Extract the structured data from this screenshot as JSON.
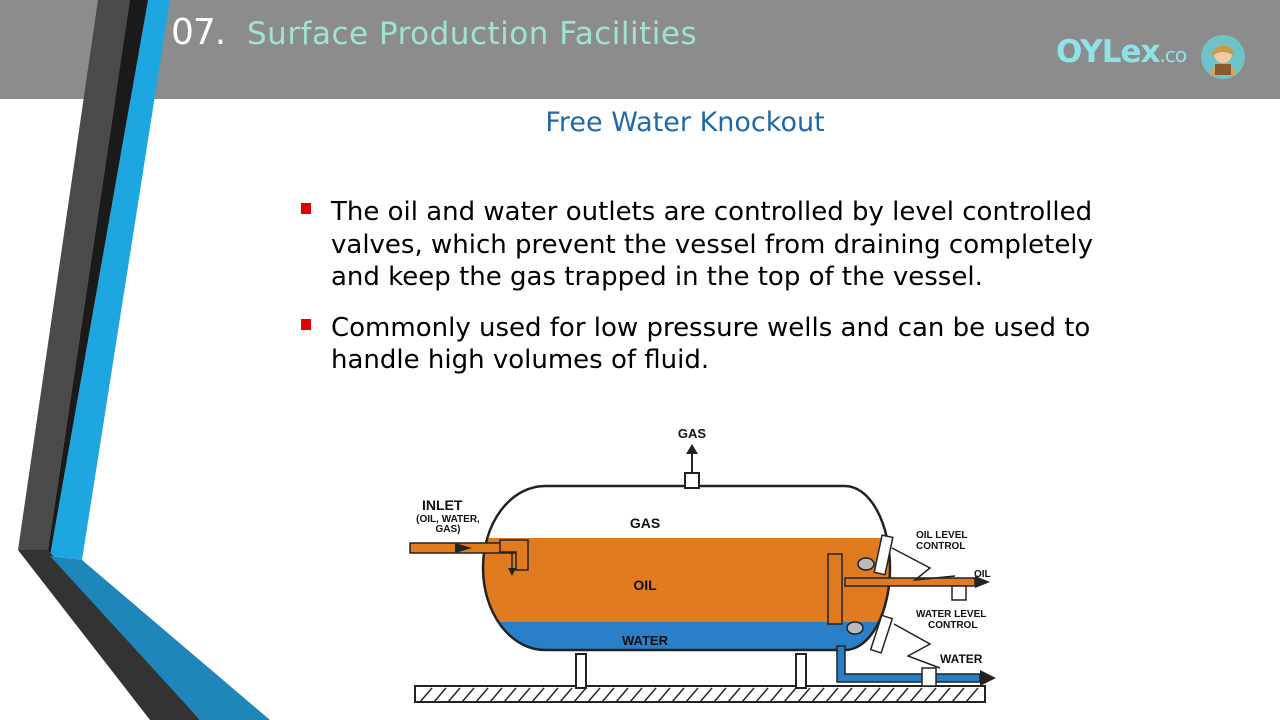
{
  "header": {
    "slide_number": "07.",
    "title": "Surface Production Facilities"
  },
  "logo": {
    "brand": "OYLex",
    "suffix": ".co"
  },
  "slide": {
    "subtitle": "Free Water Knockout",
    "bullets": [
      "The oil and water outlets are controlled by level controlled valves, which prevent the vessel from draining completely and keep the gas trapped in the top of the vessel.",
      "Commonly used for low pressure wells and can be used to handle high volumes of fluid."
    ]
  },
  "diagram": {
    "labels": {
      "gas_top": "GAS",
      "inlet": "INLET",
      "inlet_detail_1": "(OIL, WATER,",
      "inlet_detail_2": "GAS)",
      "gas_zone": "GAS",
      "oil_zone": "OIL",
      "water_zone": "WATER",
      "oil_level_1": "OIL LEVEL",
      "oil_level_2": "CONTROL",
      "oil_outlet": "OIL",
      "water_level_1": "WATER LEVEL",
      "water_level_2": "CONTROL",
      "water_outlet": "WATER"
    },
    "colors": {
      "oil": "#e07b20",
      "water": "#2a7fc9",
      "gas": "#ffffff"
    }
  },
  "theme": {
    "header_bg": "#8c8c8c",
    "accent_blue": "#1ea6e0",
    "dark_stripe": "#2e2e2e",
    "title_color": "#9fe3d6",
    "subtitle_color": "#1e6aa8",
    "bullet_color": "#e00000"
  }
}
